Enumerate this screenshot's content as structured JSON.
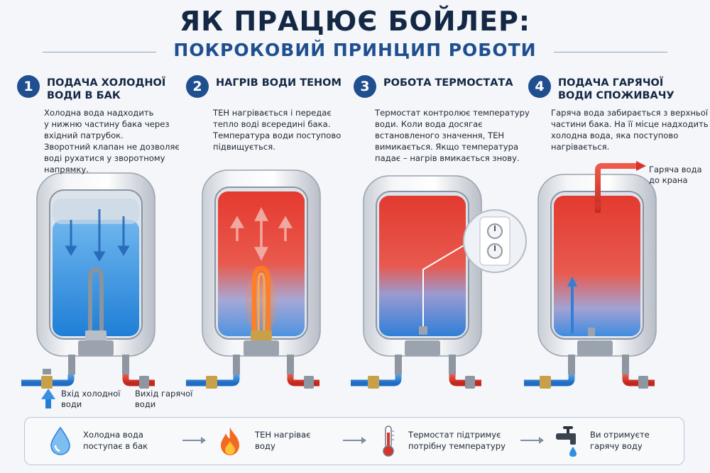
{
  "header": {
    "title": "ЯК ПРАЦЮЄ БОЙЛЕР:",
    "subtitle": "ПОКРОКОВИЙ ПРИНЦИП РОБОТИ"
  },
  "steps": [
    {
      "number": "1",
      "title": "Подача холодної води в бак",
      "description": "Холодна вода надходить\nу нижню частину бака через\nвхідний патрубок.\nЗворотний клапан не дозволяє\nводі рухатися у зворотному\nнапрямку."
    },
    {
      "number": "2",
      "title": "Нагрів води ТЕНом",
      "description": "ТЕН нагрівається і передає\nтепло воді всередині бака.\nТемпература води поступово\nпідвищується."
    },
    {
      "number": "3",
      "title": "Робота термостата",
      "description": "Термостат контролює температуру\nводи. Коли вода досягає\nвстановленого значення, ТЕН\nвимикається.  Якщо температура\nпадає – нагрів вмикається знову."
    },
    {
      "number": "4",
      "title": "Подача гарячої води споживачу",
      "description": "Гаряча вода забирається з верхньої\nчастини бака. На її місце надходить\nхолодна вода, яка поступово\nнагрівається."
    }
  ],
  "labels": {
    "cold_inlet": "Вхід холодної\nводи",
    "hot_outlet": "Вихід гарячої\nводи",
    "hot_to_tap": "Гаряча вода\nдо крана"
  },
  "summary": [
    {
      "icon": "water-drop-icon",
      "text": "Холодна вода\nпоступає в бак"
    },
    {
      "icon": "flame-icon",
      "text": "ТЕН нагріває\nводу"
    },
    {
      "icon": "thermometer-icon",
      "text": "Термостат підтримує\nпотрібну температуру"
    },
    {
      "icon": "faucet-icon",
      "text": "Ви отримуєте\nгарячу воду"
    }
  ],
  "colors": {
    "cold_water": "#2f8fe0",
    "hot_water": "#e8453a",
    "accent": "#1f4f8f",
    "title": "#142845"
  }
}
